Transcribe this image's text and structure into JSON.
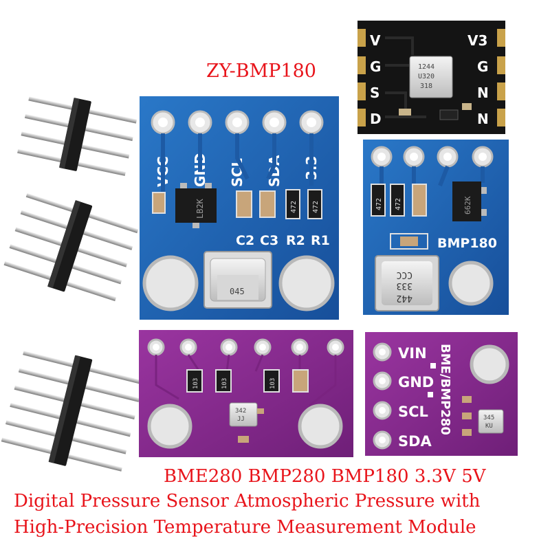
{
  "top_label": "ZY-BMP180",
  "caption": {
    "line1": "BME280 BMP280 BMP180 3.3V 5V",
    "line2": "Digital Pressure Sensor Atmospheric Pressure with",
    "line3": "High-Precision Temperature Measurement Module"
  },
  "boards": {
    "black": {
      "left_pins": [
        "V",
        "G",
        "S",
        "D"
      ],
      "right_pins": [
        "V3",
        "G",
        "N",
        "N"
      ],
      "chip_text": [
        "1244",
        "U320",
        "318"
      ]
    },
    "blue_large": {
      "pins": [
        "VCC",
        "GND",
        "SCL",
        "SDA",
        "3.3"
      ],
      "regulator": "LB2K",
      "resistors": [
        "472",
        "472"
      ],
      "components": [
        "C2",
        "C3",
        "R2",
        "R1"
      ],
      "chip_text": "045"
    },
    "blue_small": {
      "resistors": [
        "472",
        "472"
      ],
      "regulator": "662K",
      "name": "BMP180",
      "chip_text": [
        "CCC",
        "333",
        "442"
      ]
    },
    "purple_left": {
      "resistors": [
        "103",
        "103",
        "103"
      ],
      "chip_text": [
        "342",
        "JJ"
      ]
    },
    "purple_right": {
      "pins": [
        "VIN",
        "GND",
        "SCL",
        "SDA"
      ],
      "name": "BME/BMP280",
      "chip_text": [
        "345",
        "KU"
      ]
    }
  },
  "colors": {
    "caption": "#e8141b",
    "blue_pcb": "#1c63b5",
    "purple_pcb": "#8b2a8e",
    "black_pcb": "#141414",
    "pin_header": "#1a1a1a"
  }
}
